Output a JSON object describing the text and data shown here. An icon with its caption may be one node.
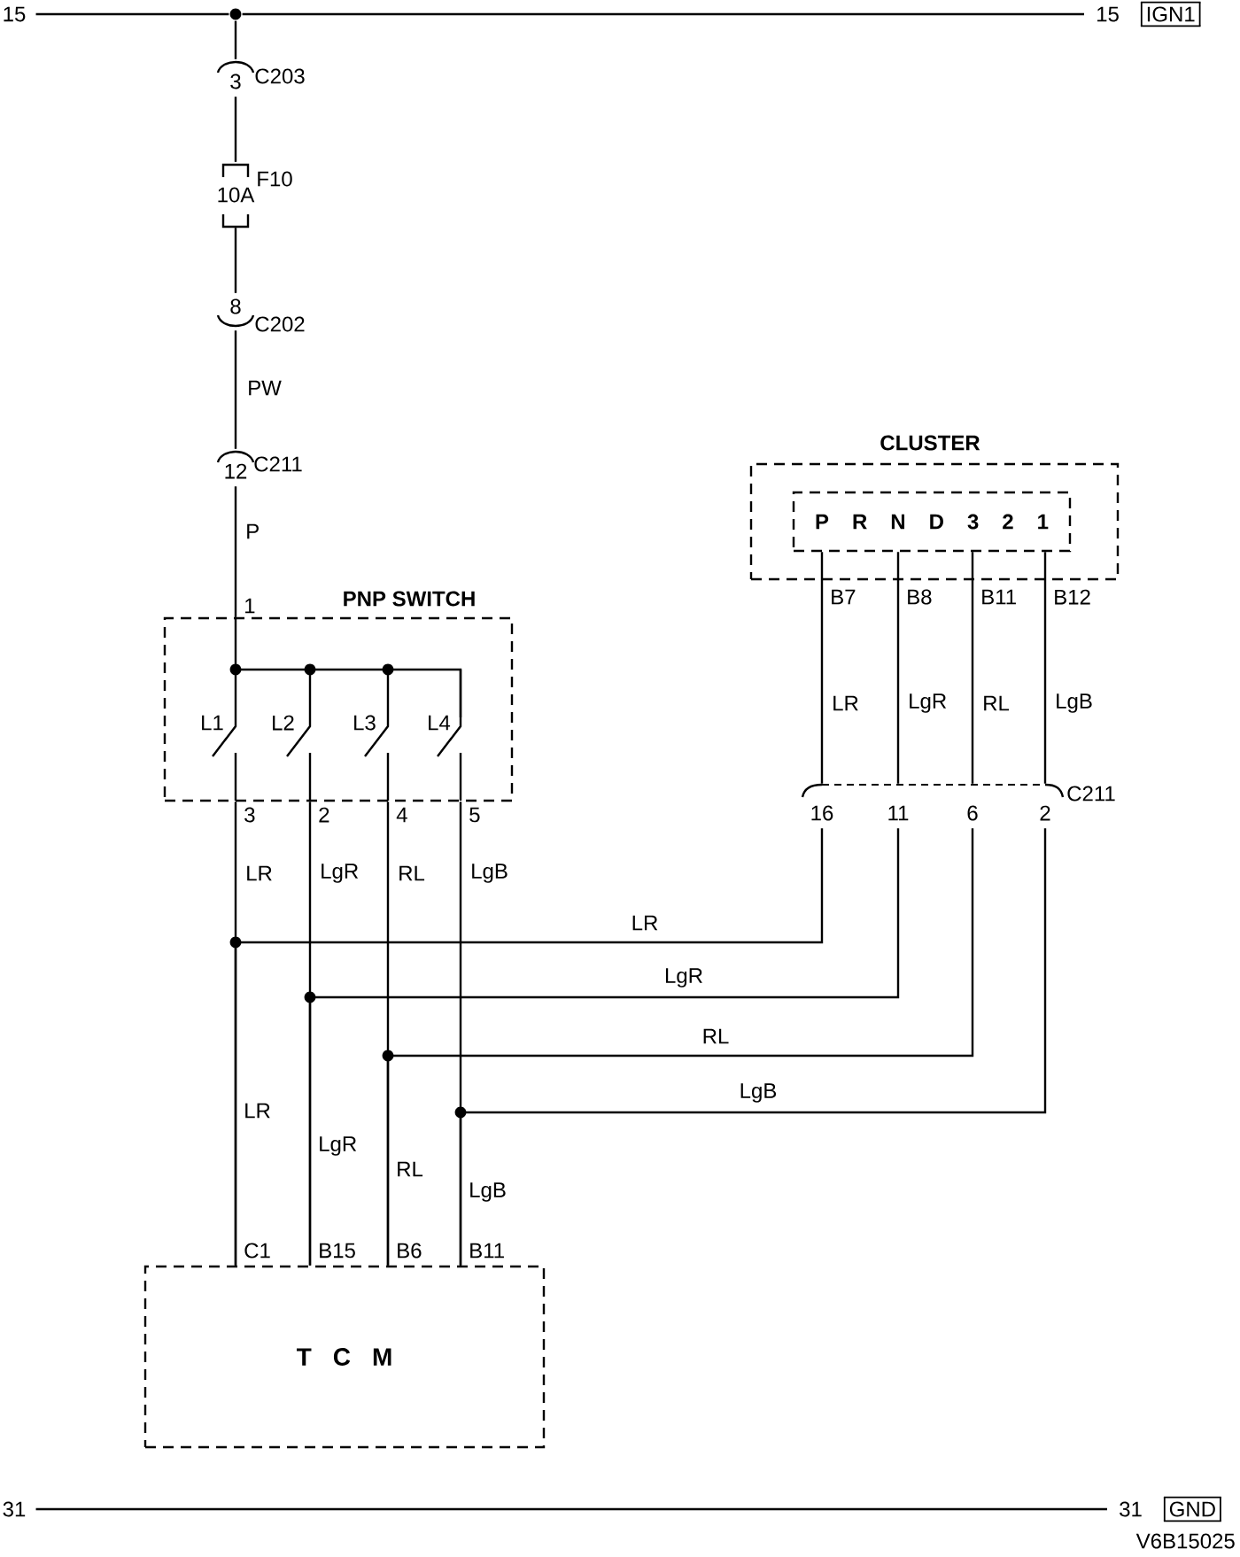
{
  "diagram": {
    "nodes": [
      {
        "text": [
          "15",
          "IGN1"
        ]
      },
      {
        "text": [
          "3"
        ],
        "beside": [
          "C203"
        ]
      },
      {
        "text": [
          "10A"
        ],
        "beside": [
          "F10"
        ]
      },
      {
        "text": [
          "8"
        ],
        "beside": [
          "C202"
        ]
      },
      {
        "text": [
          "12"
        ],
        "beside": [
          "C211"
        ]
      },
      {
        "text": [
          "PNP SWITCH"
        ]
      },
      {
        "text": [
          "CLUSTER"
        ]
      },
      {
        "text": [
          "P R N D 3 2 1"
        ],
        "in": 6
      },
      {
        "text": [
          "16",
          "11",
          "6",
          "2"
        ],
        "beside": [
          "C211"
        ]
      },
      {
        "text": [
          "T C M"
        ]
      },
      {
        "text": [
          "31",
          "GND"
        ]
      },
      {
        "text": [
          "15"
        ]
      },
      {
        "text": [
          "31"
        ]
      },
      {
        "text": [],
        "shape": "circle"
      }
    ],
    "edges": [
      {
        "from": 11,
        "to": 13,
        "arrow": "none"
      },
      {
        "from": 1,
        "to": 13,
        "arrow": "none"
      },
      {
        "from": 1,
        "to": 2,
        "arrow": "none"
      },
      {
        "from": 2,
        "to": 3,
        "arrow": "none"
      },
      {
        "from": 3,
        "to": 4,
        "arrow": "none",
        "label": "PW"
      },
      {
        "from": 4,
        "to": 5,
        "arrow": "none",
        "label": "P"
      },
      {
        "from": 5,
        "to": 9,
        "arrow": "none",
        "label": "LR"
      },
      {
        "from": 5,
        "to": 9,
        "arrow": "none",
        "label": "LgR"
      },
      {
        "from": 5,
        "to": 9,
        "arrow": "none",
        "label": "RL"
      },
      {
        "from": 5,
        "to": 9,
        "arrow": "none",
        "label": "LgB"
      },
      {
        "from": 7,
        "to": 8,
        "arrow": "none",
        "label": "LR"
      },
      {
        "from": 7,
        "to": 8,
        "arrow": "none",
        "label": "LgR"
      },
      {
        "from": 7,
        "to": 8,
        "arrow": "none",
        "label": "RL"
      },
      {
        "from": 7,
        "to": 8,
        "arrow": "none",
        "label": "LgB"
      },
      {
        "from": 8,
        "to": 9,
        "arrow": "none",
        "label": "LR"
      },
      {
        "from": 8,
        "to": 9,
        "arrow": "none",
        "label": "LgR"
      },
      {
        "from": 8,
        "to": 9,
        "arrow": "none",
        "label": "RL"
      },
      {
        "from": 8,
        "to": 9,
        "arrow": "none",
        "label": "LgB"
      },
      {
        "from": 12,
        "to": 10,
        "arrow": "none"
      },
      {
        "from": 13,
        "to": 0,
        "arrow": "none"
      }
    ],
    "labels": [
      "1",
      "L1",
      "L2",
      "L3",
      "L4",
      "3",
      "2",
      "4",
      "5",
      "B7",
      "B8",
      "B11",
      "B12",
      "LR",
      "LgR",
      "RL",
      "LgB",
      "C1",
      "B15",
      "B6",
      "B11",
      "V6B15025"
    ]
  }
}
